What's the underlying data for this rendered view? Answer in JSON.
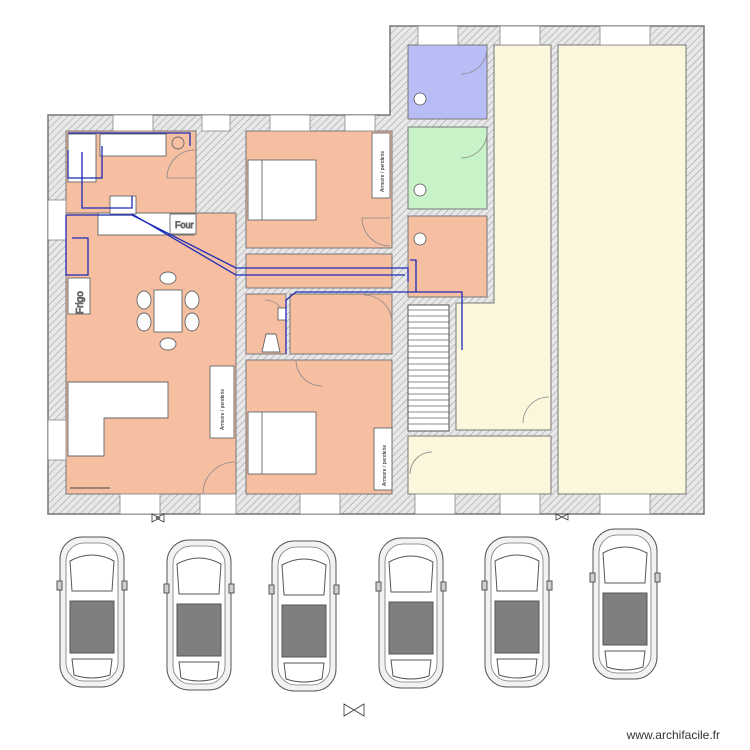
{
  "labels": {
    "fridge": "Frigo",
    "oven": "Four",
    "cabinet_left": "Armoire / penderie",
    "cabinet_top": "Armoire / penderie",
    "cabinet_bottom": "Armoire / penderie"
  },
  "credit": "www.archifacile.fr",
  "colors": {
    "wall": "#e3e3e3",
    "room_orange": "#f6bfa2",
    "room_blue": "#b9bdf5",
    "room_green": "#c8f3c8",
    "room_cream": "#fbf7dd",
    "pipe": "#1c2bb8"
  },
  "parking": {
    "cars": 6
  }
}
